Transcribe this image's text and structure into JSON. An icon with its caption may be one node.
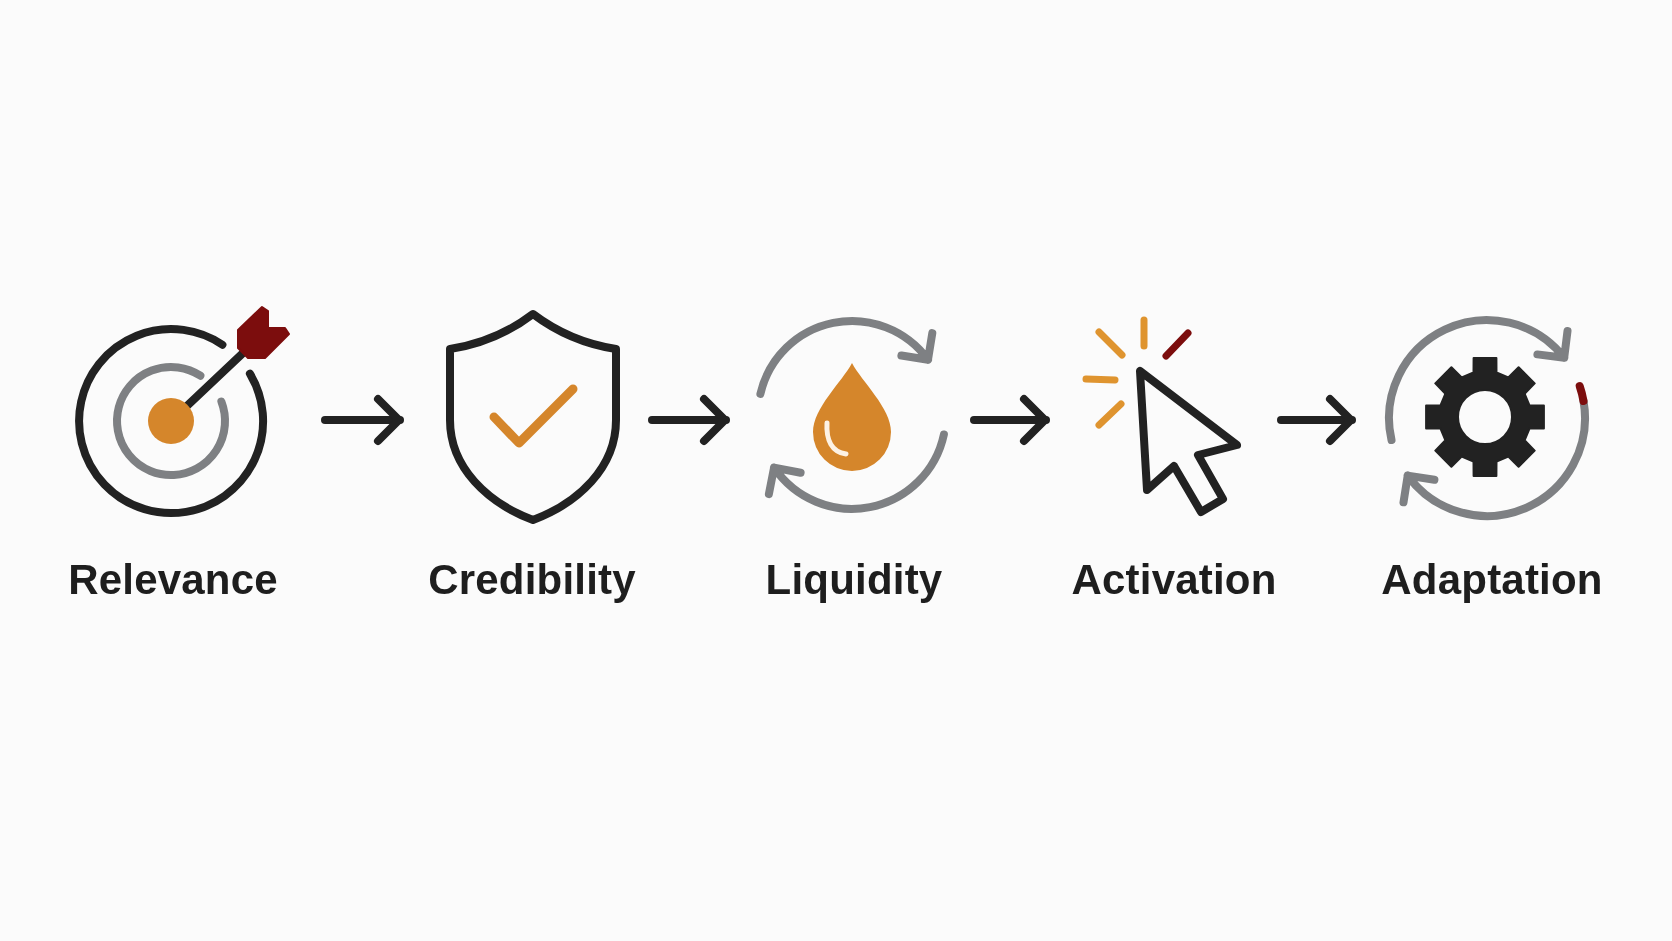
{
  "diagram": {
    "nodes": [
      {
        "text": [
          "Relevance"
        ]
      },
      {
        "text": [
          "Credibility"
        ]
      },
      {
        "text": [
          "Liquidity"
        ]
      },
      {
        "text": [
          "Activation"
        ]
      },
      {
        "text": [
          "Adaptation"
        ]
      }
    ],
    "edges": [
      {
        "from": 0,
        "to": 1,
        "arrow": "to"
      },
      {
        "from": 1,
        "to": 2,
        "arrow": "to"
      },
      {
        "from": 2,
        "to": 3,
        "arrow": "to"
      },
      {
        "from": 3,
        "to": 4,
        "arrow": "to"
      }
    ]
  }
}
